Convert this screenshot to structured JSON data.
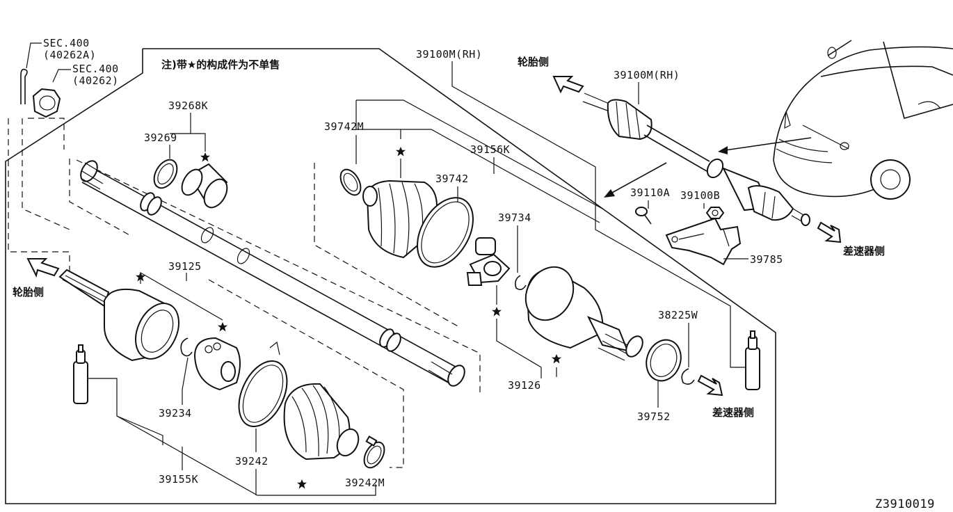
{
  "note": "注)带★的构成件为不单售",
  "labels": {
    "sec400a": "SEC.400",
    "sec400a_ref": "(40262A)",
    "sec400b": "SEC.400",
    "sec400b_ref": "(40262)",
    "p39268k": "39268K",
    "p39269": "39269",
    "p39125": "39125",
    "p39234": "39234",
    "p39155k": "39155K",
    "p39242": "39242",
    "p39242m": "39242M",
    "p39100m_rh_top": "39100M(RH)",
    "p39742m": "39742M",
    "p39156k": "39156K",
    "p39742": "39742",
    "p39734": "39734",
    "p39126": "39126",
    "p38225w": "38225W",
    "p39752": "39752",
    "p39100m_rh_right": "39100M(RH)",
    "p39110a": "39110A",
    "p39100b": "39100B",
    "p39785": "39785",
    "tire_side_left": "轮胎侧",
    "tire_side_right": "轮胎侧",
    "diff_side_bottom": "差速器侧",
    "diff_side_right": "差速器侧",
    "diagram_id": "Z3910019"
  },
  "icons": {
    "star": "star-icon",
    "arrow": "direction-arrow-icon"
  }
}
